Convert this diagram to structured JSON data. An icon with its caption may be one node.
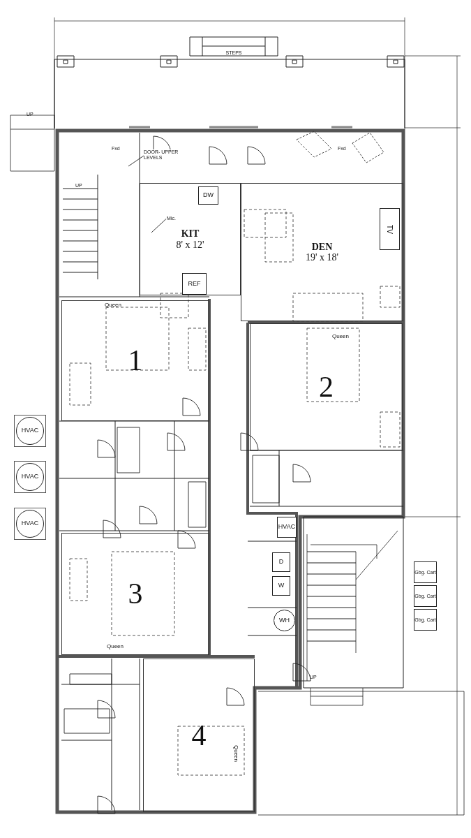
{
  "diagram": {
    "nodes": [
      {
        "text": [
          "STEPS"
        ]
      },
      {
        "text": [
          "DOOR- UPPER LEVELS"
        ]
      },
      {
        "text": [
          "KIT",
          "8' x 12'"
        ]
      },
      {
        "text": [
          "DW"
        ],
        "in": 2
      },
      {
        "text": [
          "Mic."
        ],
        "in": 2
      },
      {
        "text": [
          "REF"
        ],
        "in": 2
      },
      {
        "text": [
          "DEN",
          "19' x 18'"
        ]
      },
      {
        "text": [
          "TV"
        ],
        "in": 6
      },
      {
        "text": [
          "1"
        ]
      },
      {
        "text": [
          "2"
        ]
      },
      {
        "text": [
          "HVAC"
        ]
      },
      {
        "text": [
          "HVAC"
        ]
      },
      {
        "text": [
          "HVAC"
        ]
      },
      {
        "text": [
          "HVAC"
        ]
      },
      {
        "text": [
          "D"
        ]
      },
      {
        "text": [
          "W"
        ]
      },
      {
        "text": [
          "WH"
        ]
      },
      {
        "text": [
          "Gbg. Cart"
        ]
      },
      {
        "text": [
          "Gbg. Cart"
        ]
      },
      {
        "text": [
          "Gbg. Cart"
        ]
      },
      {
        "text": [
          "3"
        ]
      },
      {
        "text": [
          "4"
        ]
      }
    ],
    "edges": [
      {
        "from": 1,
        "to": null,
        "arrow": "none"
      },
      {
        "from": 4,
        "to": null,
        "arrow": "none"
      }
    ],
    "labels": [
      "UP",
      "Fxd",
      "Fxd",
      "UP",
      "Queen",
      "Queen",
      "Queen",
      "UP",
      "Queen"
    ]
  }
}
